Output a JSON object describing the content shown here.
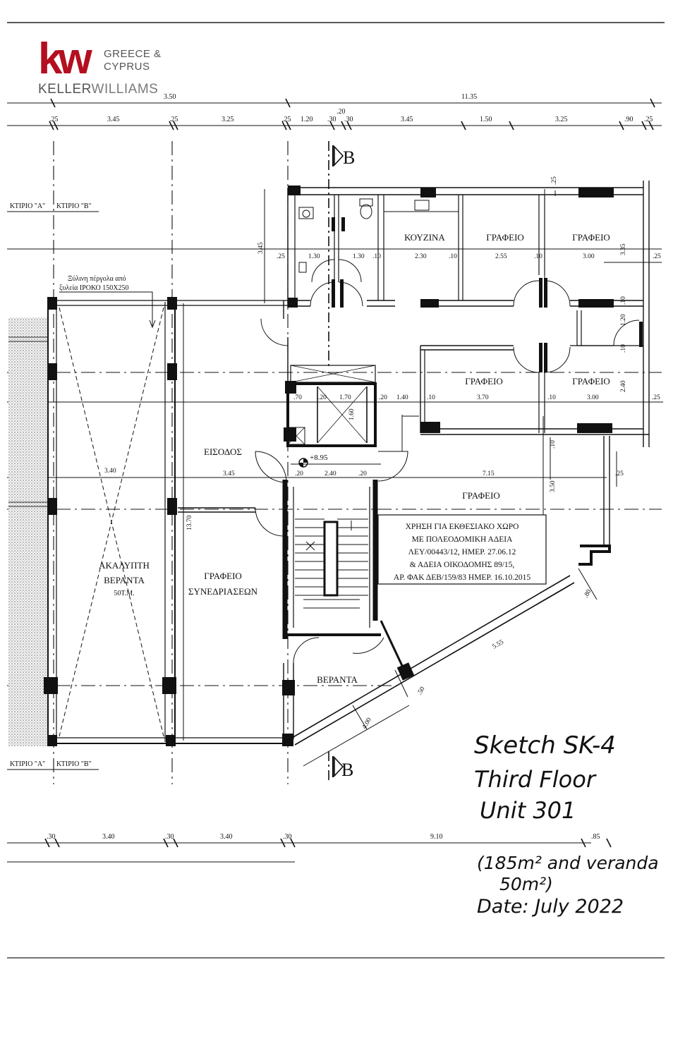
{
  "logo": {
    "mark": "kw",
    "region_line1": "GREECE &",
    "region_line2": "CYPRUS",
    "brand_part1": "KELLER",
    "brand_part2": "WILLIAMS"
  },
  "colors": {
    "brand_red": "#b40f20",
    "line": "#111111"
  },
  "dimensions": {
    "top_total_left": "3.50",
    "top_total_right": "11.35",
    "top_row": [
      ".25",
      "3.45",
      ".25",
      "3.25",
      ".25",
      "1.20",
      ".30",
      ".20",
      ".30",
      "3.45",
      "1.50",
      "3.25",
      ".90",
      ".25"
    ],
    "bottom_row": [
      ".30",
      "3.40",
      ".30",
      "3.40",
      ".30",
      "9.10",
      ".85"
    ],
    "inner": {
      "d345_left": "3.45",
      "d25_a": ".25",
      "d130_a": "1.30",
      "d130_b": "1.30",
      "d10_a": ".10",
      "d230": "2.30",
      "d10_b": ".10",
      "d255": "2.55",
      "d10_c": ".10",
      "d300_a": "3.00",
      "d335": "3.35",
      "d25_b": ".25",
      "d25_c": ".25",
      "d10_d": ".10",
      "d120": "1.20",
      "d10_e": ".10",
      "d70": ".70",
      "d20_a": ".20",
      "d170": "1.70",
      "d20_b": ".20",
      "d140": "1.40",
      "d10_f": ".10",
      "d370": "3.70",
      "d10_g": ".10",
      "d300_b": "3.00",
      "d240_v": "2.40",
      "d25_d": ".25",
      "d60": "1.60",
      "d20_c": ".20",
      "d240": "2.40",
      "d20_d": ".20",
      "d715": "7.15",
      "d25_e": ".25",
      "d10_h": ".10",
      "d350": "3.50",
      "d340": "3.40",
      "d345_mid": "3.45",
      "d1370": "13.70",
      "d555": "5.55",
      "d80": ".80",
      "d50": ".50",
      "d400": "4.00"
    }
  },
  "building_labels": {
    "top_a": "ΚΤΙΡΙΟ \"Α\"",
    "top_b": "ΚΤΙΡΙΟ \"Β\"",
    "bottom_a": "ΚΤΙΡΙΟ \"Α\"",
    "bottom_b": "ΚΤΙΡΙΟ \"Β\""
  },
  "pergola_note": {
    "line1": "Ξύλινη πέργολα από",
    "line2": "ξυλεία ΙΡΟΚΟ 150Χ250"
  },
  "section_marks": {
    "top": "B",
    "bottom": "B"
  },
  "elevation": "+8.95",
  "rooms": {
    "kitchen": "ΚΟΥΖΙΝΑ",
    "office_top_1": "ΓΡΑΦΕΙΟ",
    "office_top_2": "ΓΡΑΦΕΙΟ",
    "office_mid_1": "ΓΡΑΦΕΙΟ",
    "office_mid_2": "ΓΡΑΦΕΙΟ",
    "office_large": "ΓΡΑΦΕΙΟ",
    "entrance": "ΕΙΣΟΔΟΣ",
    "open_veranda": [
      "ΑΚΑΛΥΠΤΗ",
      "ΒΕΡΑΝΤΑ",
      "50Τ.Μ."
    ],
    "meeting_room": [
      "ΓΡΑΦΕΙΟ",
      "ΣΥΝΕΔΡΙΑΣΕΩΝ"
    ],
    "veranda": "ΒΕΡΑΝΤΑ"
  },
  "permit_note": [
    "ΧΡΗΣΗ ΓΙΑ ΕΚΘΕΣΙΑΚΟ ΧΩΡΟ",
    "ΜΕ ΠΟΛΕΟΔΟΜΙΚΗ ΑΔΕΙΑ",
    "ΛΕΥ/00443/12,  ΗΜΕΡ. 27.06.12",
    "& ΑΔΕΙΑ ΟΙΚΟΔΟΜΗΣ 89/15,",
    "ΑΡ. ΦΑΚ ΔΕΒ/159/83 ΗΜΕΡ. 16.10.2015"
  ],
  "handwritten": [
    "Sketch SK-4",
    "Third Floor",
    "Unit 301",
    "(185m² and veranda",
    "50m²)",
    "Date: July 2022"
  ]
}
